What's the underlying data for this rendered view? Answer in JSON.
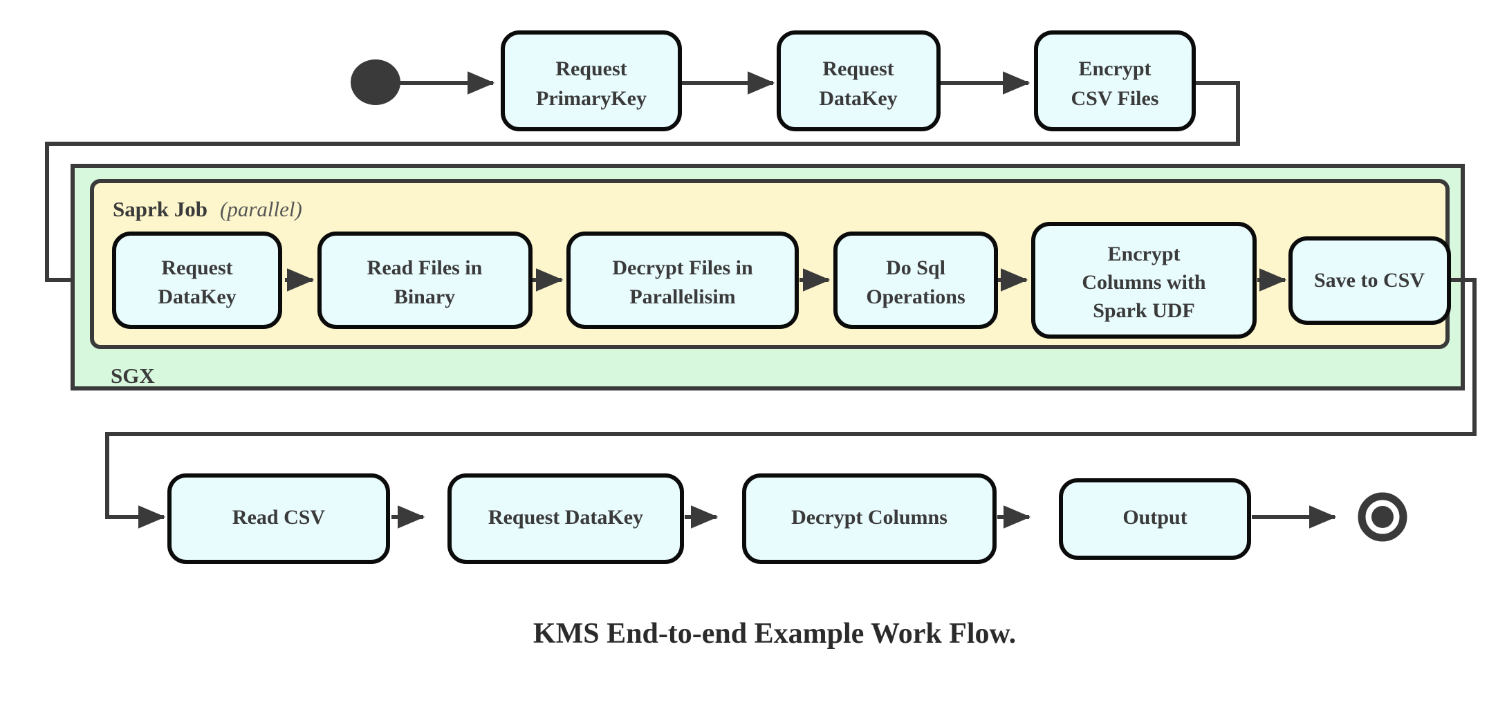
{
  "figure": {
    "caption": "KMS End-to-end Example Work Flow.",
    "type": "flowchart"
  },
  "colors": {
    "node_fill": "#e8fbfd",
    "node_stroke": "#0b0b0b",
    "sgx_fill": "#d7f8dd",
    "spark_fill": "#fdf6cc",
    "connector": "#3a3a3a",
    "text": "#3a3a3a"
  },
  "containers": {
    "sgx": {
      "label": "SGX"
    },
    "spark": {
      "label": "Saprk Job",
      "annotation": "(parallel)",
      "annotation_open": "(",
      "annotation_word": "parallel",
      "annotation_close": ")"
    }
  },
  "nodes": {
    "start": {
      "name": "start-node",
      "shape": "filled-circle"
    },
    "end": {
      "name": "end-node",
      "shape": "ring-with-dot"
    },
    "row_top": [
      {
        "id": "request-primarykey",
        "line1": "Request",
        "line2": "PrimaryKey"
      },
      {
        "id": "request-datakey-top",
        "line1": "Request",
        "line2": "DataKey"
      },
      {
        "id": "encrypt-csv-files",
        "line1": "Encrypt",
        "line2": "CSV Files"
      }
    ],
    "row_spark": [
      {
        "id": "request-datakey-spark",
        "line1": "Request",
        "line2": "DataKey"
      },
      {
        "id": "read-files-in-binary",
        "line1": "Read Files in",
        "line2": "Binary"
      },
      {
        "id": "decrypt-files-in-parallelisim",
        "line1": "Decrypt Files in",
        "line2": "Parallelisim"
      },
      {
        "id": "do-sql-operations",
        "line1": "Do Sql",
        "line2": "Operations"
      },
      {
        "id": "encrypt-columns-with-spark-udf",
        "line1": "Encrypt",
        "line2": "Columns with",
        "line3": "Spark UDF"
      },
      {
        "id": "save-to-csv",
        "line1": "Save to CSV"
      }
    ],
    "row_bottom": [
      {
        "id": "read-csv",
        "line1": "Read CSV"
      },
      {
        "id": "request-datakey-bottom",
        "line1": "Request DataKey"
      },
      {
        "id": "decrypt-columns",
        "line1": "Decrypt Columns"
      },
      {
        "id": "output",
        "line1": "Output"
      }
    ]
  },
  "chart_data": {
    "type": "diagram",
    "title": "KMS End-to-end Example Work Flow.",
    "sequence": [
      "start",
      "Request PrimaryKey",
      "Request DataKey",
      "Encrypt CSV Files",
      "Request DataKey",
      "Read Files in Binary",
      "Decrypt Files in Parallelisim",
      "Do Sql Operations",
      "Encrypt Columns with Spark UDF",
      "Save to CSV",
      "Read CSV",
      "Request DataKey",
      "Decrypt Columns",
      "Output",
      "end"
    ],
    "groups": [
      {
        "label": "SGX",
        "contains": [
          "Saprk Job (parallel)"
        ]
      },
      {
        "label": "Saprk Job (parallel)",
        "contains": [
          "Request DataKey",
          "Read Files in Binary",
          "Decrypt Files in Parallelisim",
          "Do Sql Operations",
          "Encrypt Columns with Spark UDF",
          "Save to CSV"
        ]
      }
    ]
  }
}
